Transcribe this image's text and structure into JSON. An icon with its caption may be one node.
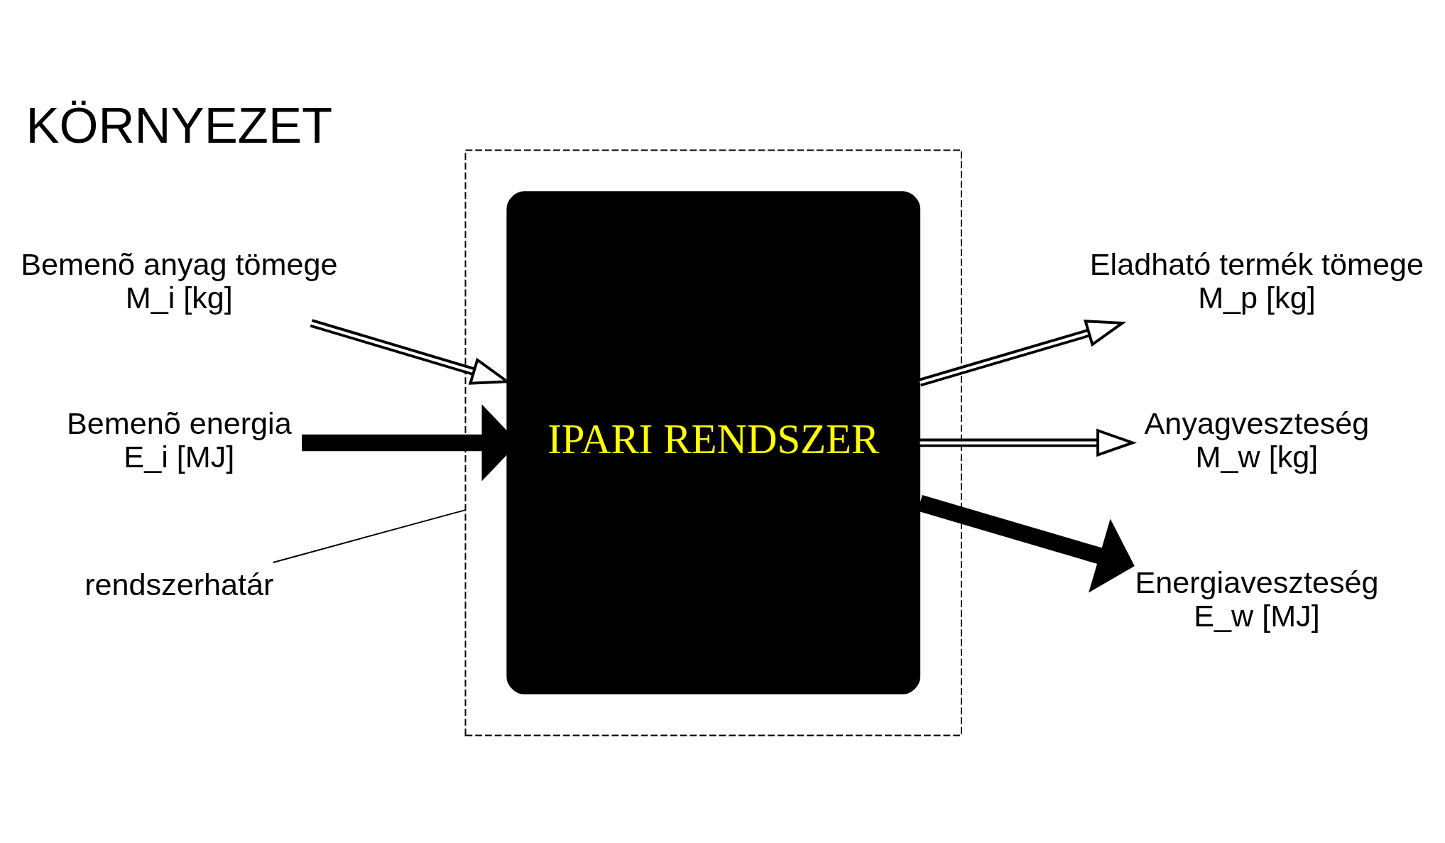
{
  "diagram": {
    "nodes": [
      {
        "text": [],
        "shape": "box"
      },
      {
        "text": [
          "IPARI RENDSZER"
        ],
        "in": 0
      },
      {
        "text": [
          "Bemenõ anyag tömege",
          "M_i [kg]"
        ]
      },
      {
        "text": [
          "Bemenõ energia",
          "E_i [MJ]"
        ]
      },
      {
        "text": [
          "Eladható termék tömege",
          "M_p [kg]"
        ]
      },
      {
        "text": [
          "Anyagveszteség",
          "M_w [kg]"
        ]
      },
      {
        "text": [
          "Energiaveszteség",
          "E_w [MJ]"
        ]
      },
      {
        "text": [
          "rendszerhatár"
        ]
      }
    ],
    "edges": [
      {
        "from": 2,
        "to": 1,
        "arrow": "to"
      },
      {
        "from": 3,
        "to": 1,
        "arrow": "to",
        "style": "thick"
      },
      {
        "from": 1,
        "to": 4,
        "arrow": "to"
      },
      {
        "from": 1,
        "to": 5,
        "arrow": "to"
      },
      {
        "from": 1,
        "to": 6,
        "arrow": "to",
        "style": "thick"
      },
      {
        "from": 7,
        "to": 0,
        "arrow": "none"
      }
    ],
    "labels": [
      "KÖRNYEZET"
    ]
  }
}
